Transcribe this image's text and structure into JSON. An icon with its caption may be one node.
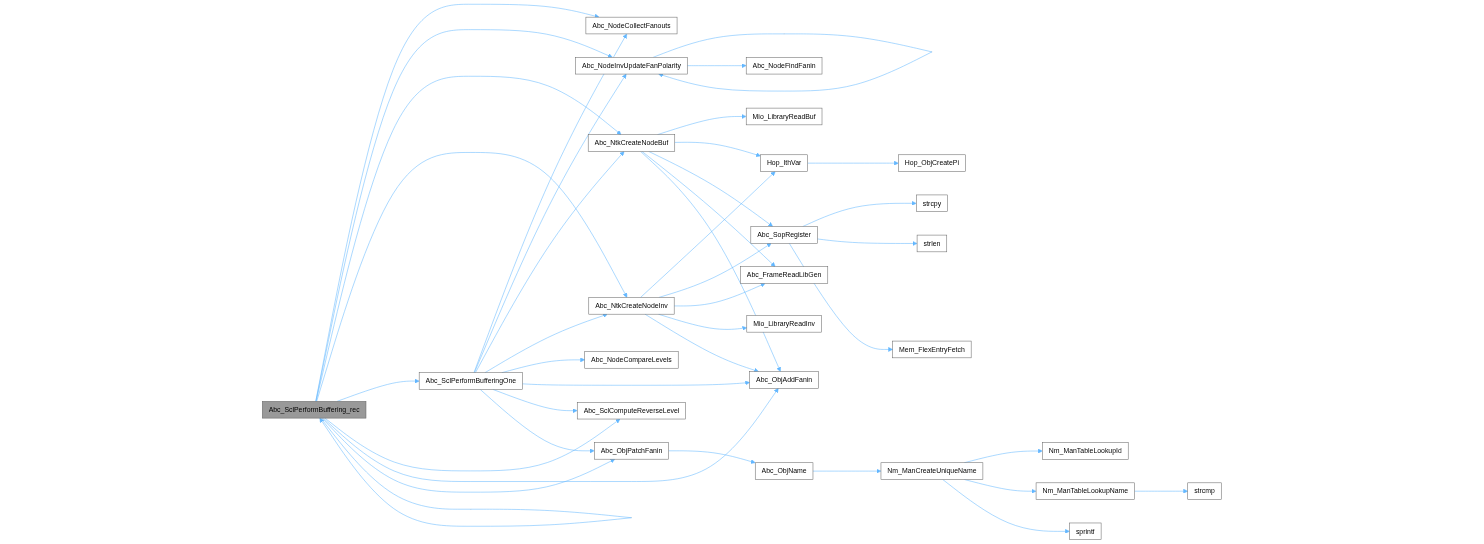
{
  "diagram": {
    "nodes": [
      {
        "text": [
          "Abc_SclPerformBuffering_rec"
        ]
      },
      {
        "text": [
          "Abc_NodeCollectFanouts"
        ]
      },
      {
        "text": [
          "Abc_NodeInvUpdateFanPolarity"
        ]
      },
      {
        "text": [
          "Abc_NodeFindFanin"
        ]
      },
      {
        "text": [
          "Abc_NtkCreateNodeBuf"
        ]
      },
      {
        "text": [
          "Mio_LibraryReadBuf"
        ]
      },
      {
        "text": [
          "Hop_IthVar"
        ]
      },
      {
        "text": [
          "Hop_ObjCreatePi"
        ]
      },
      {
        "text": [
          "Abc_SopRegister"
        ]
      },
      {
        "text": [
          "strcpy"
        ]
      },
      {
        "text": [
          "strlen"
        ]
      },
      {
        "text": [
          "Mem_FlexEntryFetch"
        ]
      },
      {
        "text": [
          "Abc_FrameReadLibGen"
        ]
      },
      {
        "text": [
          "Abc_NtkCreateNodeInv"
        ]
      },
      {
        "text": [
          "Mio_LibraryReadInv"
        ]
      },
      {
        "text": [
          "Abc_SclPerformBufferingOne"
        ]
      },
      {
        "text": [
          "Abc_NodeCompareLevels"
        ]
      },
      {
        "text": [
          "Abc_ObjAddFanin"
        ]
      },
      {
        "text": [
          "Abc_SclComputeReverseLevel"
        ]
      },
      {
        "text": [
          "Abc_ObjPatchFanin"
        ]
      },
      {
        "text": [
          "Abc_ObjName"
        ]
      },
      {
        "text": [
          "Nm_ManCreateUniqueName"
        ]
      },
      {
        "text": [
          "Nm_ManTableLookupId"
        ]
      },
      {
        "text": [
          "Nm_ManTableLookupName"
        ]
      },
      {
        "text": [
          "strcmp"
        ]
      },
      {
        "text": [
          "sprintf"
        ]
      }
    ],
    "edges": [
      {
        "from": 0,
        "to": 1,
        "arrow": "to"
      },
      {
        "from": 0,
        "to": 2,
        "arrow": "to"
      },
      {
        "from": 0,
        "to": 4,
        "arrow": "to"
      },
      {
        "from": 0,
        "to": 13,
        "arrow": "to"
      },
      {
        "from": 0,
        "to": 15,
        "arrow": "to"
      },
      {
        "from": 0,
        "to": 18,
        "arrow": "to"
      },
      {
        "from": 0,
        "to": 17,
        "arrow": "to"
      },
      {
        "from": 0,
        "to": 19,
        "arrow": "to"
      },
      {
        "from": 2,
        "to": 2,
        "arrow": "to"
      },
      {
        "from": 2,
        "to": 3,
        "arrow": "to"
      },
      {
        "from": 4,
        "to": 5,
        "arrow": "to"
      },
      {
        "from": 4,
        "to": 6,
        "arrow": "to"
      },
      {
        "from": 4,
        "to": 8,
        "arrow": "to"
      },
      {
        "from": 4,
        "to": 12,
        "arrow": "to"
      },
      {
        "from": 4,
        "to": 17,
        "arrow": "to"
      },
      {
        "from": 6,
        "to": 7,
        "arrow": "to"
      },
      {
        "from": 8,
        "to": 9,
        "arrow": "to"
      },
      {
        "from": 8,
        "to": 10,
        "arrow": "to"
      },
      {
        "from": 8,
        "to": 11,
        "arrow": "to"
      },
      {
        "from": 13,
        "to": 6,
        "arrow": "to"
      },
      {
        "from": 13,
        "to": 8,
        "arrow": "to"
      },
      {
        "from": 13,
        "to": 12,
        "arrow": "to"
      },
      {
        "from": 13,
        "to": 14,
        "arrow": "to"
      },
      {
        "from": 13,
        "to": 17,
        "arrow": "to"
      },
      {
        "from": 15,
        "to": 1,
        "arrow": "to"
      },
      {
        "from": 15,
        "to": 2,
        "arrow": "to"
      },
      {
        "from": 15,
        "to": 4,
        "arrow": "to"
      },
      {
        "from": 15,
        "to": 13,
        "arrow": "to"
      },
      {
        "from": 15,
        "to": 16,
        "arrow": "to"
      },
      {
        "from": 15,
        "to": 17,
        "arrow": "to"
      },
      {
        "from": 15,
        "to": 18,
        "arrow": "to"
      },
      {
        "from": 15,
        "to": 19,
        "arrow": "to"
      },
      {
        "from": 19,
        "to": 20,
        "arrow": "to"
      },
      {
        "from": 20,
        "to": 21,
        "arrow": "to"
      },
      {
        "from": 21,
        "to": 22,
        "arrow": "to"
      },
      {
        "from": 21,
        "to": 23,
        "arrow": "to"
      },
      {
        "from": 21,
        "to": 25,
        "arrow": "to"
      },
      {
        "from": 23,
        "to": 24,
        "arrow": "to"
      },
      {
        "from": 0,
        "to": 0,
        "arrow": "to"
      }
    ]
  }
}
